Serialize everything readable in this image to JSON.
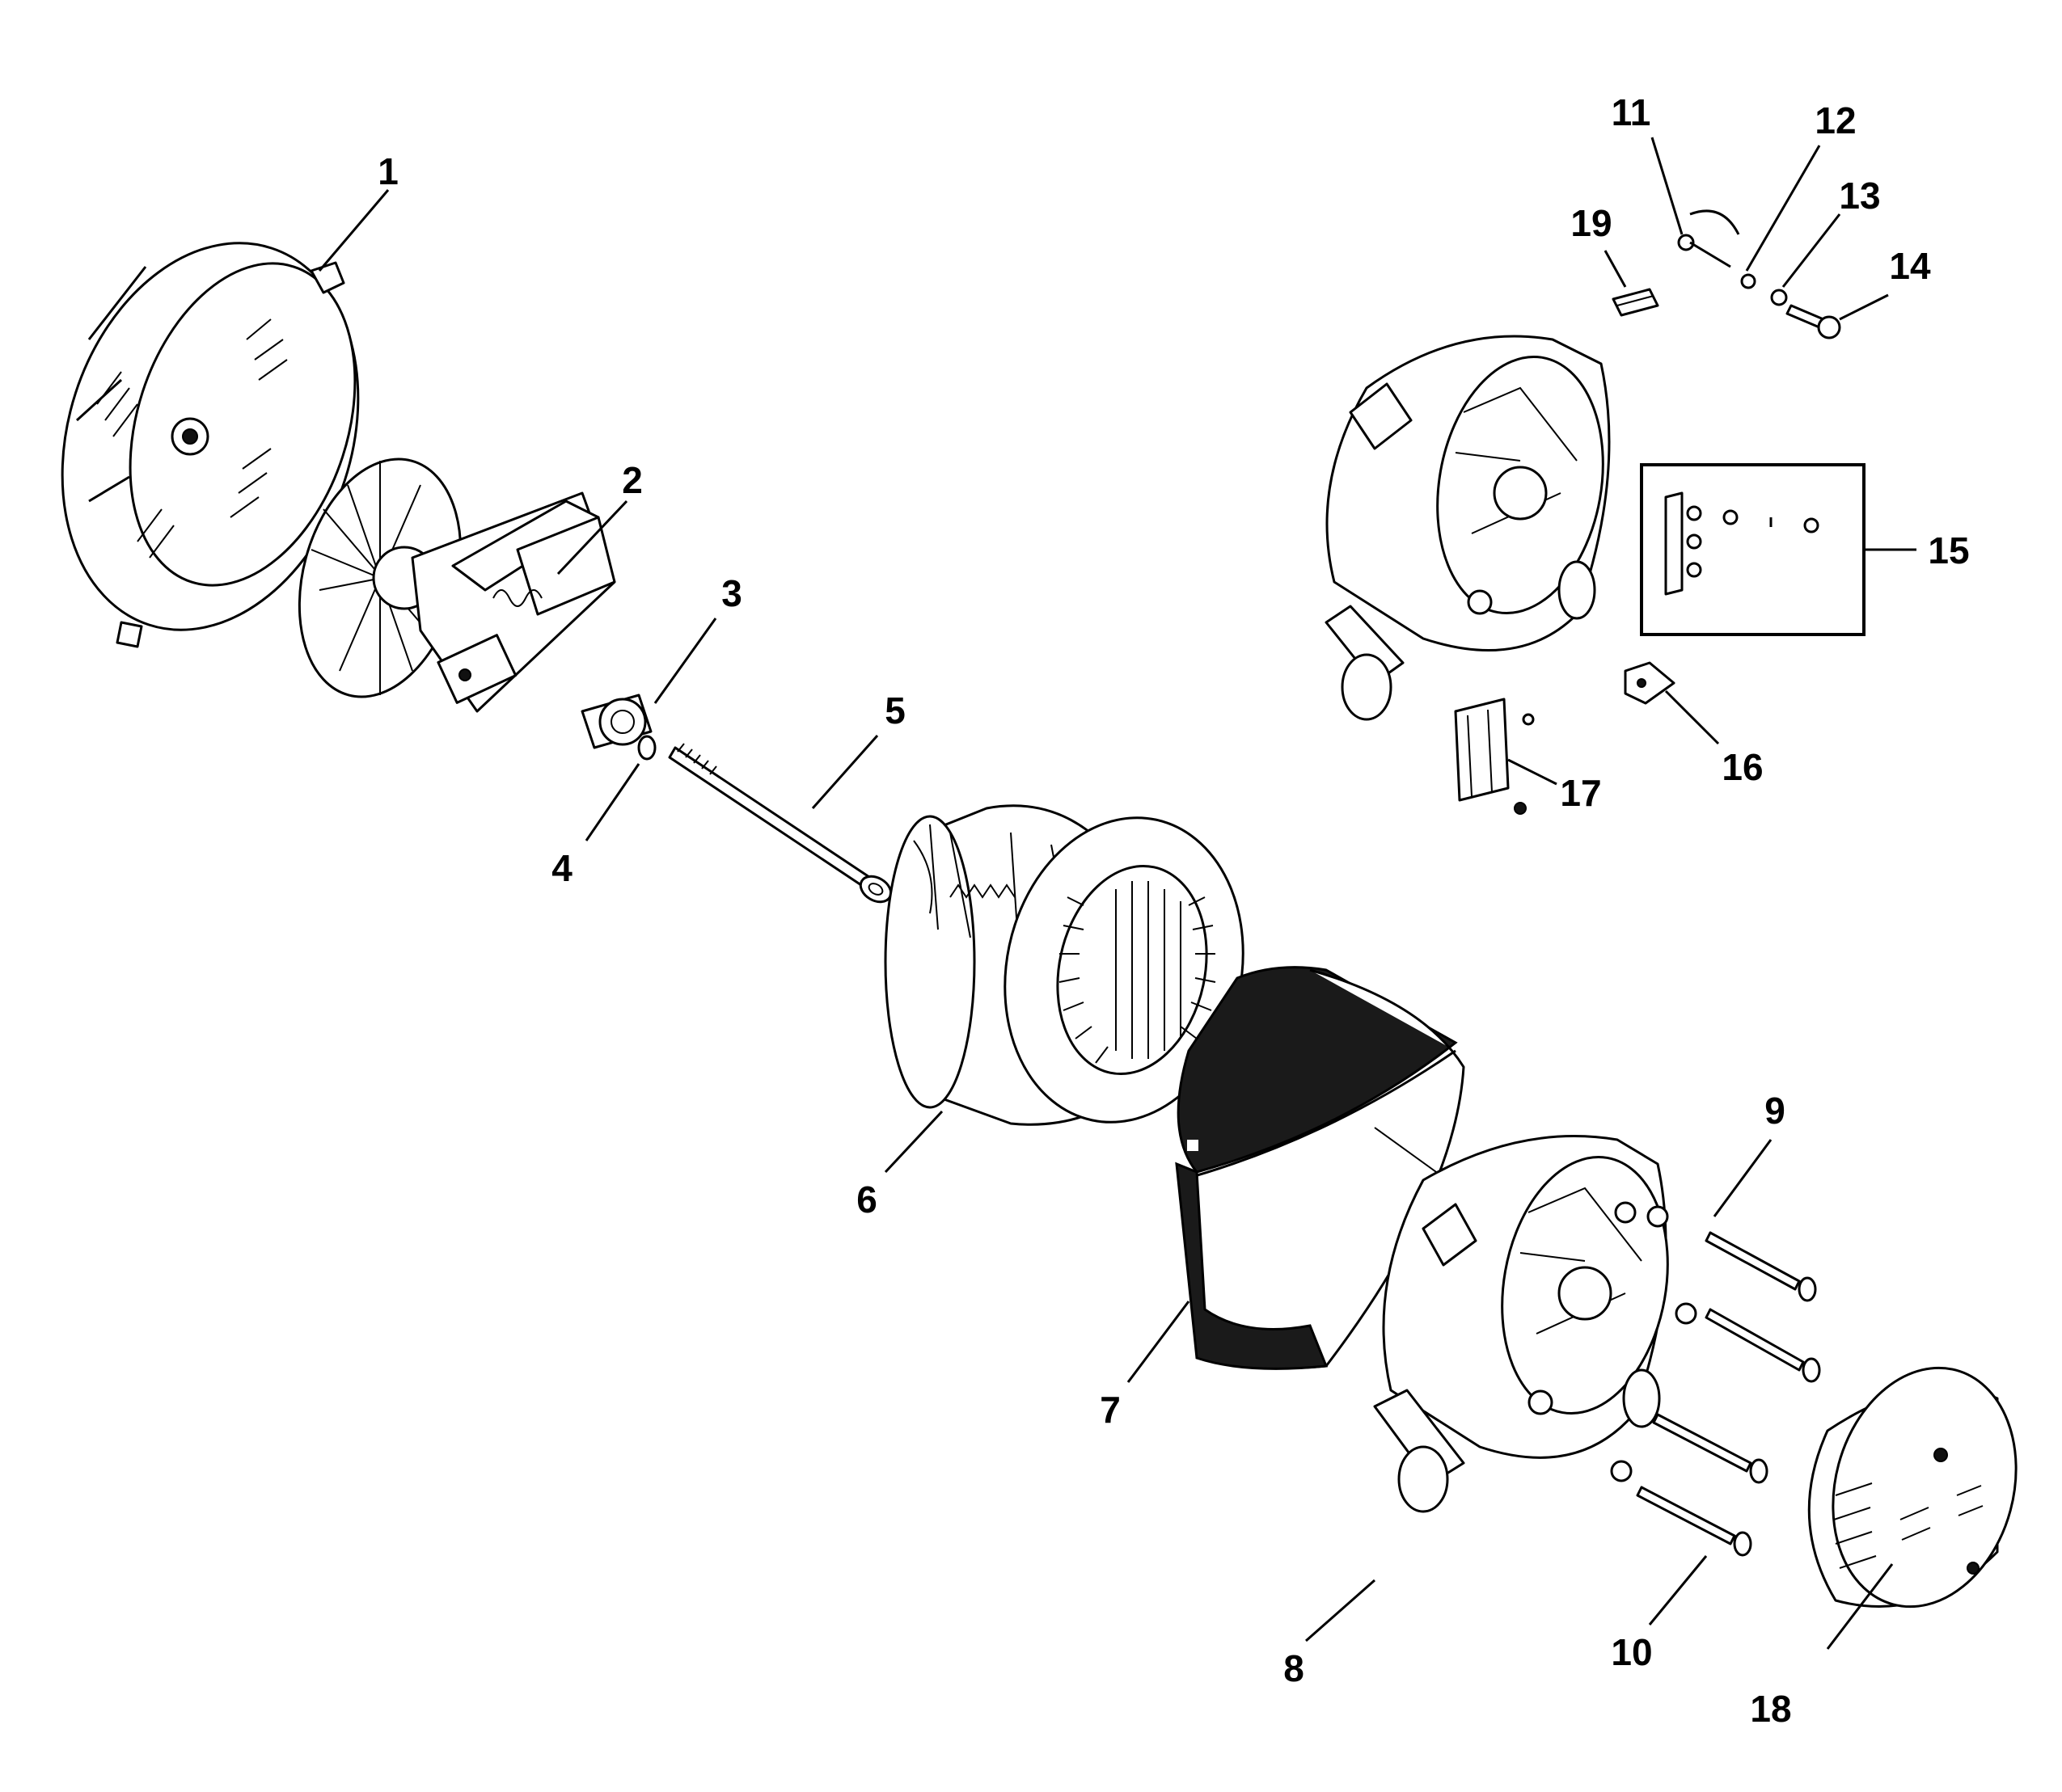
{
  "callouts": [
    {
      "id": "1",
      "text": "1"
    },
    {
      "id": "2",
      "text": "2"
    },
    {
      "id": "3",
      "text": "3"
    },
    {
      "id": "4",
      "text": "4"
    },
    {
      "id": "5",
      "text": "5"
    },
    {
      "id": "6",
      "text": "6"
    },
    {
      "id": "7",
      "text": "7"
    },
    {
      "id": "8",
      "text": "8"
    },
    {
      "id": "9",
      "text": "9"
    },
    {
      "id": "10",
      "text": "10"
    },
    {
      "id": "11",
      "text": "11"
    },
    {
      "id": "12",
      "text": "12"
    },
    {
      "id": "13",
      "text": "13"
    },
    {
      "id": "14",
      "text": "14"
    },
    {
      "id": "15",
      "text": "15"
    },
    {
      "id": "16",
      "text": "16"
    },
    {
      "id": "17",
      "text": "17"
    },
    {
      "id": "18",
      "text": "18"
    },
    {
      "id": "19",
      "text": "19"
    }
  ]
}
